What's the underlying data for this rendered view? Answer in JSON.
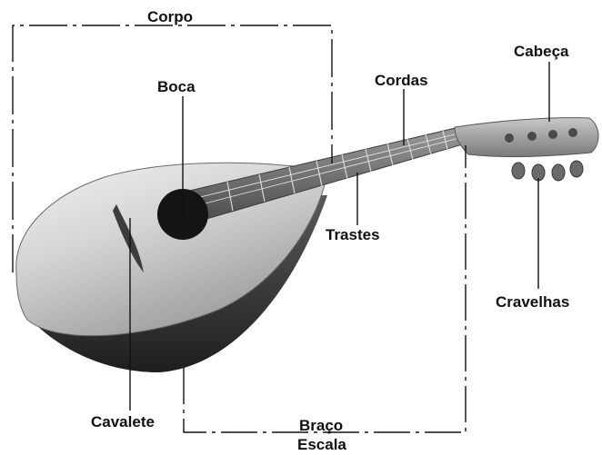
{
  "diagram": {
    "labels": {
      "corpo": "Corpo",
      "boca": "Boca",
      "cordas": "Cordas",
      "cabeca": "Cabeça",
      "trastes": "Trastes",
      "cravelhas": "Cravelhas",
      "cavalete": "Cavalete",
      "braco": "Braço",
      "escala": "Escala"
    },
    "colors": {
      "body_light": "#e8e8e8",
      "body_dark": "#3a3a3a",
      "neck": "#6e6e6e",
      "soundhole": "#141414",
      "head": "#9a9a9a",
      "line": "#111111"
    }
  }
}
